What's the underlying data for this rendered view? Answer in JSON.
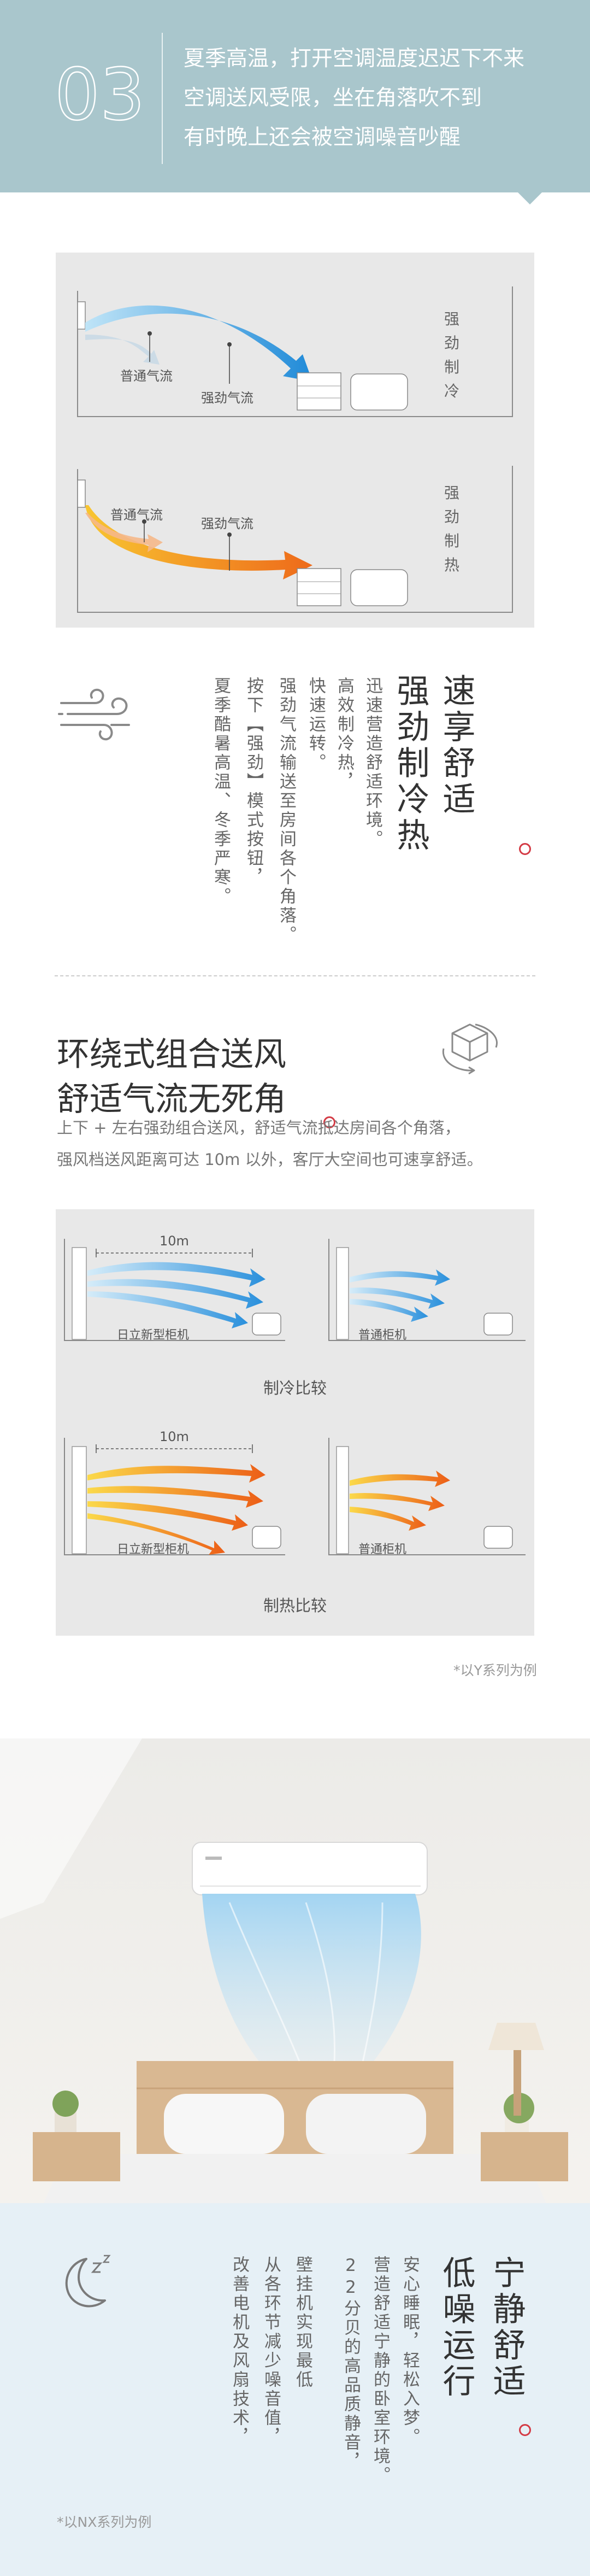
{
  "header": {
    "number": "03",
    "lines": [
      "夏季高温，打开空调温度迟迟下不来",
      "空调送风受限，坐在角落吹不到",
      "有时晚上还会被空调噪音吵醒"
    ]
  },
  "diagram1": {
    "cool": {
      "normal": "普通气流",
      "strong": "强劲气流",
      "side": [
        "强",
        "劲",
        "制",
        "冷"
      ]
    },
    "heat": {
      "normal": "普通气流",
      "strong": "强劲气流",
      "side": [
        "强",
        "劲",
        "制",
        "热"
      ]
    }
  },
  "feature1": {
    "title": [
      "速享舒适",
      "强劲制冷热"
    ],
    "desc": [
      "迅速营造舒适环境。",
      "高效制冷热，",
      "快速运转。",
      "强劲气流输送至房间各个角落。",
      "按下【强劲】模式按钮，",
      "夏季酷暑高温、冬季严寒。"
    ]
  },
  "feature2": {
    "title": [
      "环绕式组合送风",
      "舒适气流无死角"
    ],
    "desc": [
      "上下 + 左右强劲组合送风，舒适气流抵达房间各个角落，",
      "强风档送风距离可达 10m 以外，客厅大空间也可速享舒适。"
    ],
    "cool": {
      "distance": "10m",
      "hitachi": "日立新型柜机",
      "normal": "普通柜机",
      "caption": "制冷比较"
    },
    "heat": {
      "distance": "10m",
      "hitachi": "日立新型柜机",
      "normal": "普通柜机",
      "caption": "制热比较"
    },
    "note": "*以Y系列为例"
  },
  "feature3": {
    "title": [
      "宁静舒适",
      "低噪运行"
    ],
    "desc": [
      "安心睡眠，轻松入梦。",
      "营造舒适宁静的卧室环境。",
      "22分贝的高品质静音，",
      "壁挂机实现最低",
      "从各环节减少噪音值，",
      "改善电机及风扇技术，"
    ],
    "note": "*以NX系列为例"
  },
  "colors": {
    "header": "#a9c6cc",
    "accent": "#d43b45",
    "cool": "#3aa0e0",
    "heat": "#f08a1e"
  }
}
